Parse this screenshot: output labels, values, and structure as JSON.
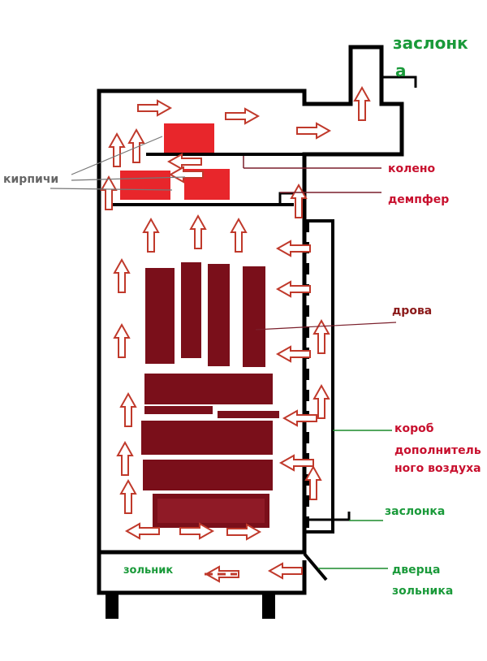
{
  "labels": {
    "damper_top_line1": "заслонк",
    "damper_top_line2": "а",
    "elbow": "колено",
    "bricks": "кирпичи",
    "demper": "демпфер",
    "firewood": "дрова",
    "air_box_line1": "короб",
    "air_box_line2": "дополнитель",
    "air_box_line3": "ного воздуха",
    "damper_bottom": "заслонка",
    "ash_pit": "зольник",
    "ash_door_line1": "дверца",
    "ash_door_line2": "зольника"
  },
  "colors": {
    "outline": "#000000",
    "label_red": "#c8102e",
    "label_green": "#1a9a3a",
    "label_darkred": "#8b1a1a",
    "label_gray": "#666666",
    "brick": "#e8262b",
    "wood": "#7a0f1a",
    "arrow_stroke": "#c0392b",
    "leader_gray": "#777777",
    "leader_darkred": "#7a1f2b",
    "leader_green": "#1a8a2a"
  }
}
